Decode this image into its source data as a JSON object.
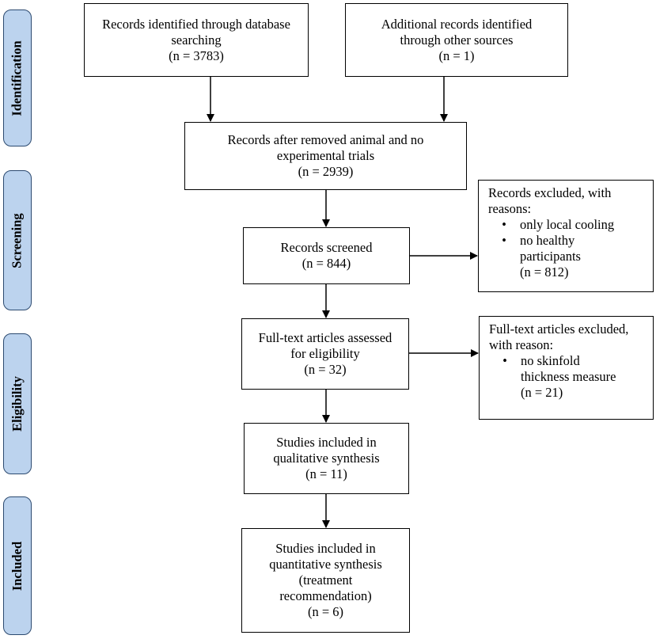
{
  "phases": {
    "identification": "Identification",
    "screening": "Screening",
    "eligibility": "Eligibility",
    "included": "Included"
  },
  "db_search": {
    "line1": "Records identified through database",
    "line2": "searching",
    "n": "(n = 3783)"
  },
  "other_sources": {
    "line1": "Additional records identified",
    "line2": "through other sources",
    "n": "(n = 1)"
  },
  "after_removed": {
    "line1": "Records after removed animal and no",
    "line2": "experimental trials",
    "n": "(n = 2939)"
  },
  "screened": {
    "line1": "Records screened",
    "n": "(n = 844)"
  },
  "excluded_records": {
    "line1": "Records excluded, with",
    "line2": "reasons:",
    "bullet": "•",
    "reason1": "only local cooling",
    "reason2a": "no healthy",
    "reason2b": "participants",
    "n": "(n = 812)"
  },
  "fulltext": {
    "line1": "Full-text articles assessed",
    "line2": "for eligibility",
    "n": "(n = 32)"
  },
  "excluded_fulltext": {
    "line1": "Full-text articles excluded,",
    "line2": "with reason:",
    "bullet": "•",
    "reason1a": "no skinfold",
    "reason1b": "thickness measure",
    "n": "(n = 21)"
  },
  "qualitative": {
    "line1": "Studies included in",
    "line2": "qualitative synthesis",
    "n": "(n = 11)"
  },
  "quantitative": {
    "line1": "Studies included in",
    "line2": "quantitative synthesis",
    "line3": "(treatment",
    "line4": "recommendation)",
    "n": "(n = 6)"
  }
}
